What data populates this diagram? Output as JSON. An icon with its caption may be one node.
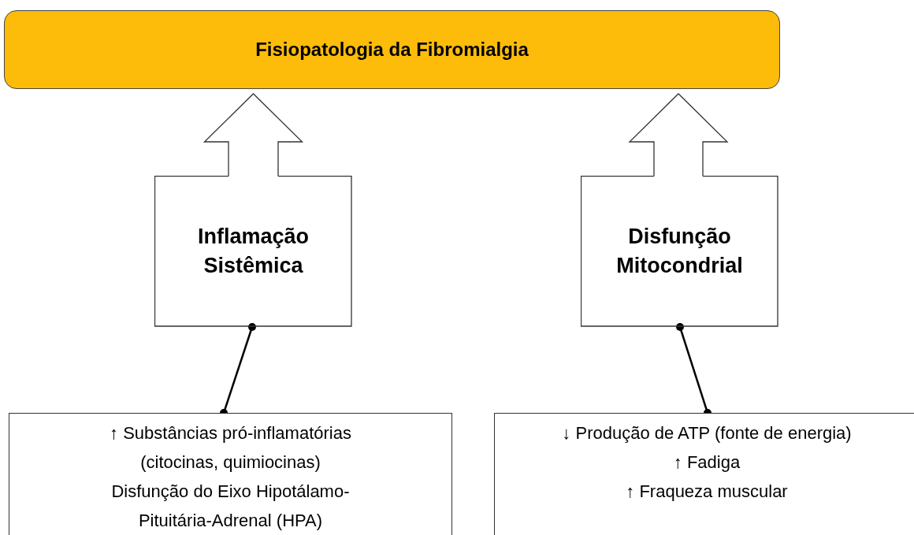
{
  "diagram": {
    "nodes": [
      {
        "text": [
          "Fisiopatologia da Fibromialgia"
        ]
      },
      {
        "text": [
          "Inflamação Sistêmica"
        ]
      },
      {
        "text": [
          "Disfunção Mitocondrial"
        ]
      },
      {
        "text": [
          "↑ Substâncias pró-inflamatórias (citocinas, quimiocinas)",
          "Disfunção do Eixo Hipotálamo-Pituitária-Adrenal (HPA)"
        ]
      },
      {
        "text": [
          "↓ Produção de ATP (fonte de energia)",
          "↑ Fadiga",
          "↑ Fraqueza muscular"
        ]
      }
    ],
    "edges": [
      {
        "from": 1,
        "to": 0,
        "arrow": "to",
        "style": "thick"
      },
      {
        "from": 2,
        "to": 0,
        "arrow": "to",
        "style": "thick"
      },
      {
        "from": 1,
        "to": 3,
        "arrow": "other"
      },
      {
        "from": 2,
        "to": 4,
        "arrow": "other"
      }
    ]
  }
}
